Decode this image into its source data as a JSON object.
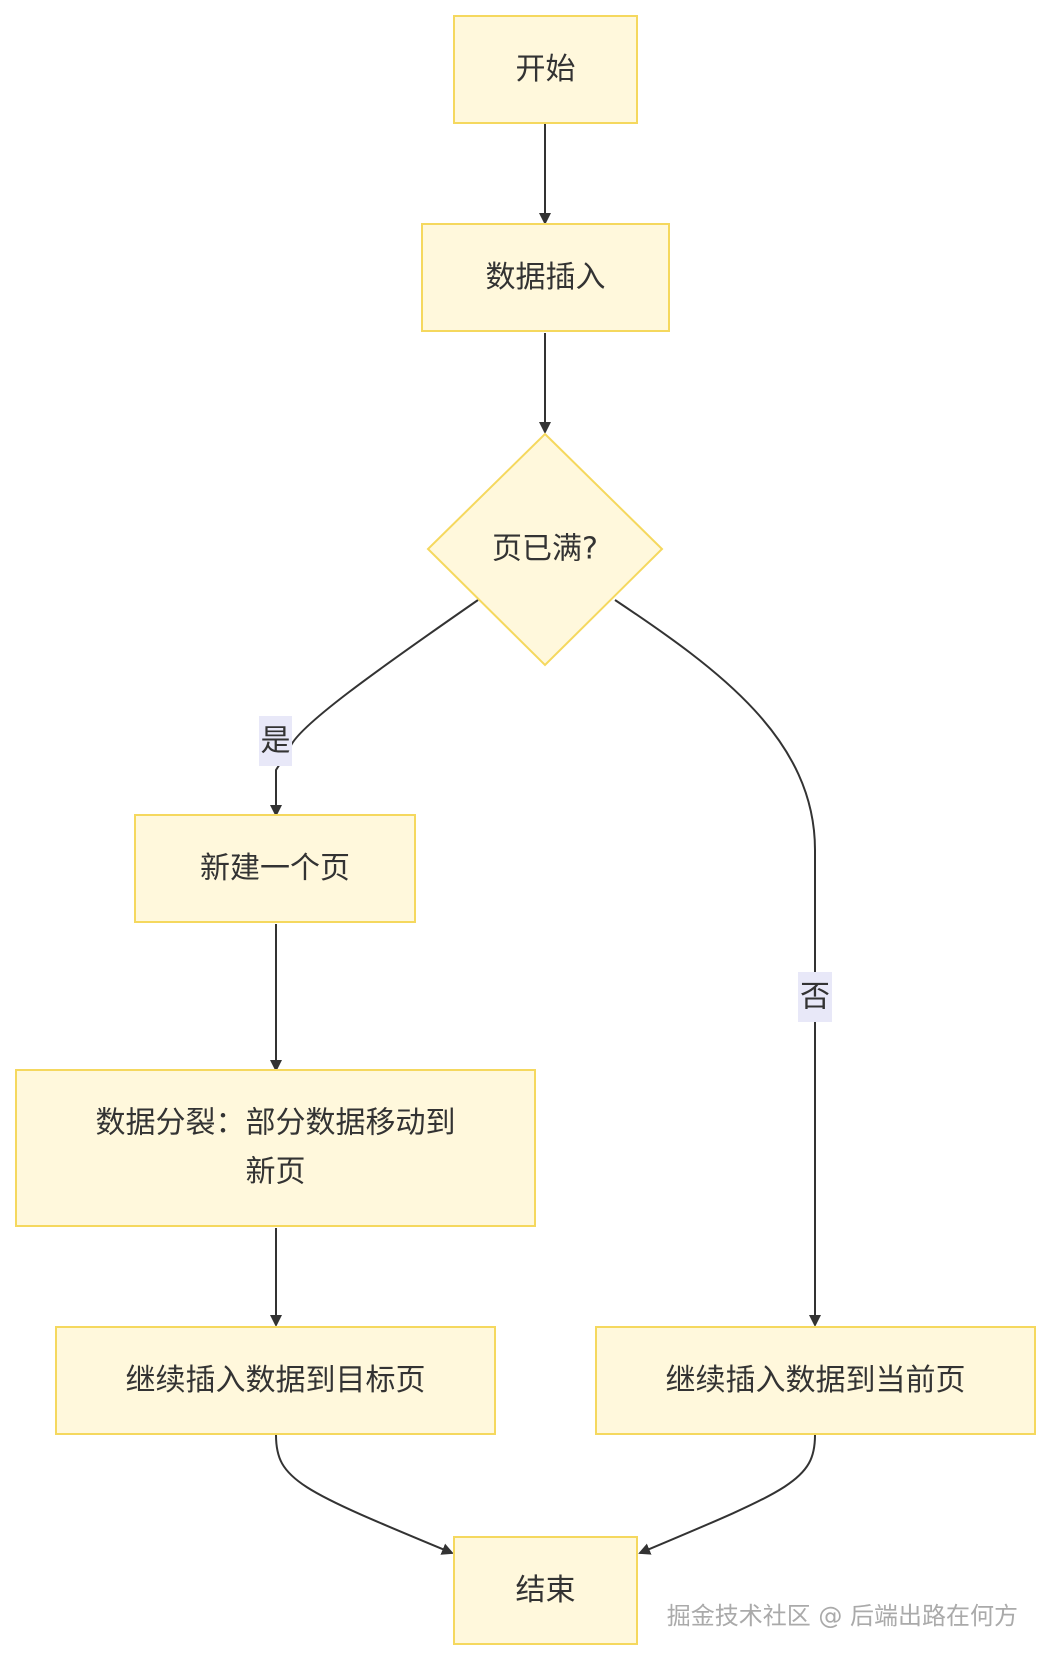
{
  "nodes": {
    "start": "开始",
    "insert": "数据插入",
    "decision": "页已满?",
    "new_page": "新建一个页",
    "split_line1": "数据分裂：部分数据移动到",
    "split_line2": "新页",
    "continue_target": "继续插入数据到目标页",
    "continue_current": "继续插入数据到当前页",
    "end": "结束"
  },
  "edges": {
    "yes": "是",
    "no": "否"
  },
  "watermark": "掘金技术社区 @ 后端出路在何方",
  "colors": {
    "node_fill": "#fff8dc",
    "node_stroke": "#f5d85e",
    "edge": "#333333",
    "edge_label_bg": "#e8e8f8"
  }
}
